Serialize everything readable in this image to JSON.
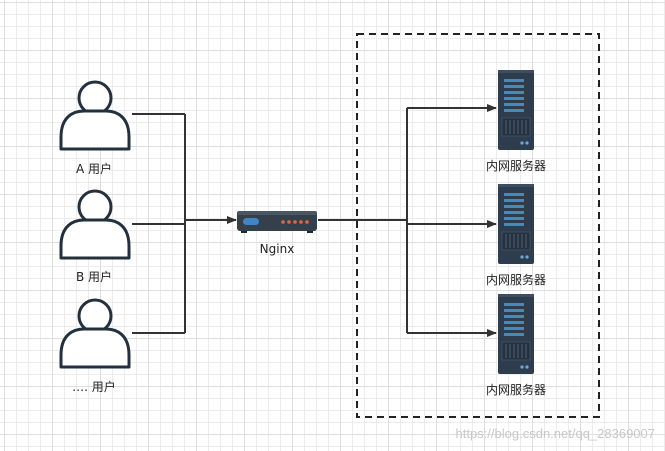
{
  "users": [
    {
      "label": "A 用户"
    },
    {
      "label": "B 用户"
    },
    {
      "label": "…. 用户"
    }
  ],
  "proxy": {
    "label": "Nginx"
  },
  "servers": [
    {
      "label": "内网服务器"
    },
    {
      "label": "内网服务器"
    },
    {
      "label": "内网服务器"
    }
  ],
  "watermark": "https://blog.csdn.net/qq_28369007",
  "icons": {
    "user": "user-icon",
    "router": "router-icon",
    "server": "server-icon"
  },
  "colors": {
    "line": "#333333",
    "person_stroke": "#23303d",
    "server_body": "#2e3d4d",
    "server_accent": "#4a89b7",
    "router_body": "#34404c",
    "router_led_blue": "#4285c4",
    "router_led_orange": "#e8643c"
  }
}
